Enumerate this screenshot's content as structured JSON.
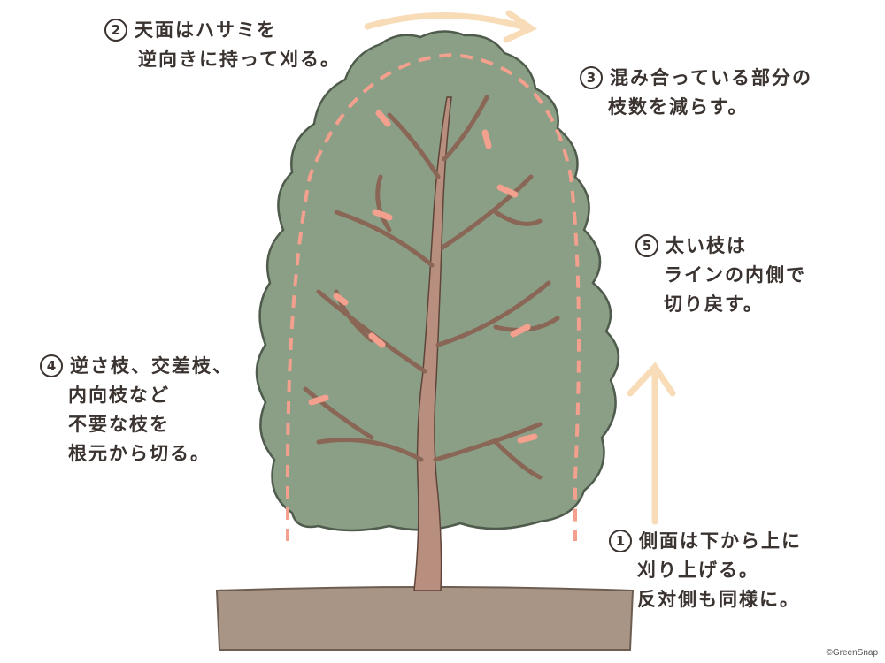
{
  "notes": [
    {
      "number": "2",
      "lines": [
        "天面はハサミを",
        "逆向きに持って刈る。"
      ]
    },
    {
      "number": "3",
      "lines": [
        "混み合っている部分の",
        "枝数を減らす。"
      ]
    },
    {
      "number": "5",
      "lines": [
        "太い枝は",
        "ラインの内側で",
        "切り戻す。"
      ]
    },
    {
      "number": "4",
      "lines": [
        "逆さ枝、交差枝、",
        "内向枝など",
        "不要な枝を",
        "根元から切る。"
      ]
    },
    {
      "number": "1",
      "lines": [
        "側面は下から上に",
        "刈り上げる。",
        "反対側も同様に。"
      ]
    }
  ],
  "copyright": "©GreenSnap",
  "colors": {
    "foliage": "#8b9f86",
    "trunk": "#b88f7e",
    "soil": "#a89585",
    "cut_line": "#f3a08e",
    "arrow": "#f8dcb8"
  }
}
